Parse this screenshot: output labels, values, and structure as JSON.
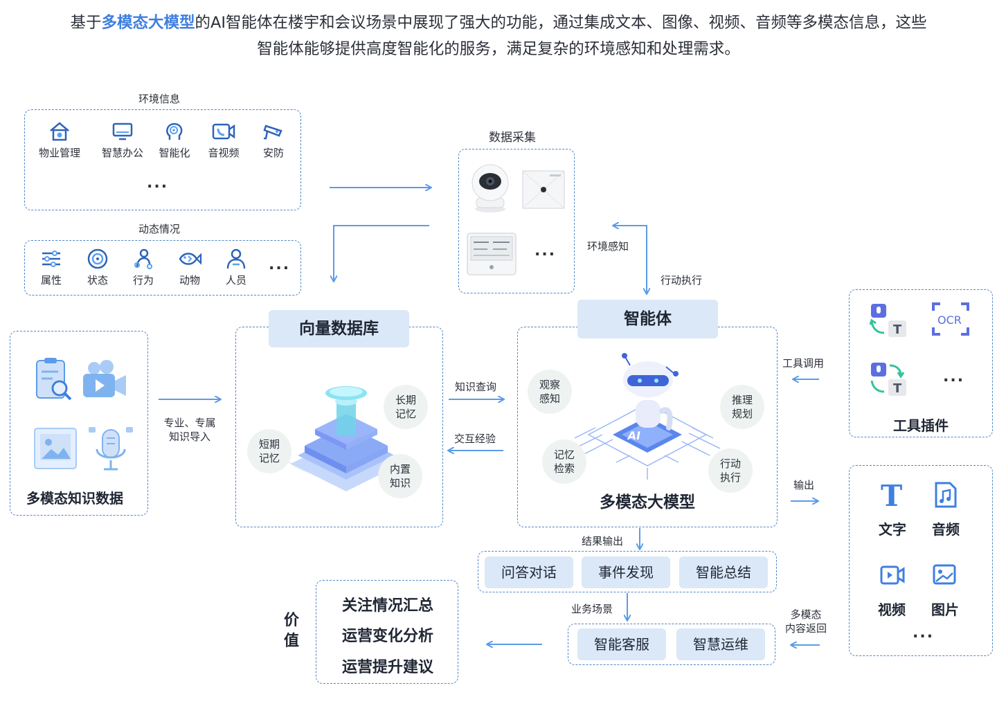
{
  "intro": {
    "line1_pre": "基于",
    "line1_highlight": "多模态大模型",
    "line1_post": "的AI智能体在楼宇和会议场景中展现了强大的功能，通过集成文本、图像、视频、音频等多模态信息，这些",
    "line2": "智能体能够提供高度智能化的服务，满足复杂的环境感知和处理需求。"
  },
  "env_info": {
    "title": "环境信息",
    "items": [
      {
        "label": "物业管理",
        "icon": "house-icon"
      },
      {
        "label": "智慧办公",
        "icon": "monitor-icon"
      },
      {
        "label": "智能化",
        "icon": "brain-icon"
      },
      {
        "label": "音视频",
        "icon": "video-call-icon"
      },
      {
        "label": "安防",
        "icon": "cctv-icon"
      }
    ],
    "more": "..."
  },
  "dynamic": {
    "title": "动态情况",
    "items": [
      {
        "label": "属性",
        "icon": "sliders-icon"
      },
      {
        "label": "状态",
        "icon": "target-icon"
      },
      {
        "label": "行为",
        "icon": "person-action-icon"
      },
      {
        "label": "动物",
        "icon": "fish-icon"
      },
      {
        "label": "人员",
        "icon": "person-icon"
      }
    ],
    "more": "..."
  },
  "data_collect": {
    "title": "数据采集",
    "more": "...",
    "devices": [
      "camera-device-icon",
      "sensor-panel-icon",
      "env-monitor-icon"
    ]
  },
  "flows": {
    "env_perception": "环境感知",
    "action_exec": "行动执行",
    "knowledge_import": "专业、专属\n知识导入",
    "knowledge_query": "知识查询",
    "interaction_exp": "交互经验",
    "tool_call": "工具调用",
    "output": "输出",
    "result_output": "结果输出",
    "business_scene": "业务场景",
    "multimodal_return": "多模态\n内容返回"
  },
  "multimodal_knowledge": {
    "title": "多模态知识数据"
  },
  "vector_db": {
    "title": "向量数据库",
    "bubbles": [
      "长期\n记忆",
      "短期\n记忆",
      "内置\n知识"
    ]
  },
  "agent": {
    "title": "智能体",
    "model_title": "多模态大模型",
    "bubbles": [
      "观察\n感知",
      "推理\n规划",
      "记忆\n检索",
      "行动\n执行"
    ]
  },
  "tools": {
    "title": "工具插件",
    "ocr": "OCR",
    "t": "T",
    "more": "..."
  },
  "outputs": {
    "items": [
      "文字",
      "音频",
      "视频",
      "图片"
    ],
    "more": "..."
  },
  "results": [
    "问答对话",
    "事件发现",
    "智能总结"
  ],
  "scenes": [
    "智能客服",
    "智慧运维"
  ],
  "value": {
    "label": "价\n值",
    "items": [
      "关注情况汇总",
      "运营变化分析",
      "运营提升建议"
    ]
  },
  "colors": {
    "accent": "#3f7fe0",
    "dash": "#4f86c6",
    "pill": "#dbe8f7",
    "arrow": "#5b9be8"
  }
}
